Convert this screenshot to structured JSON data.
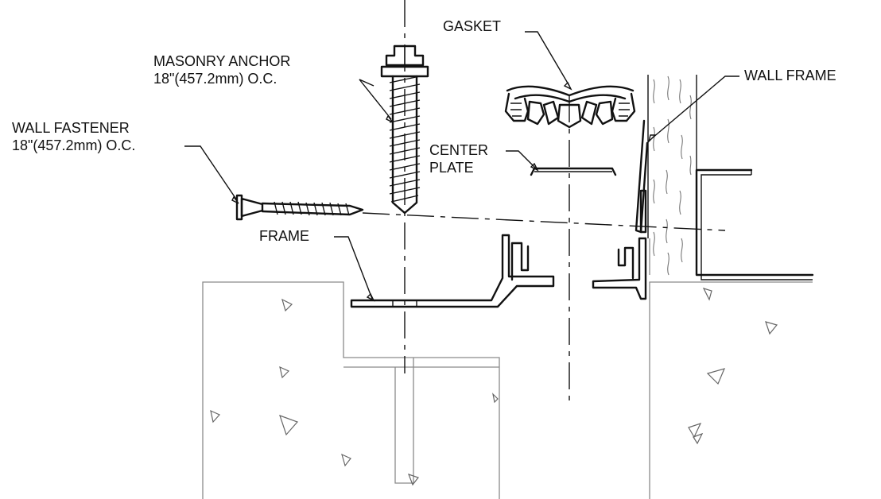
{
  "labels": {
    "gasket": "GASKET",
    "masonry_anchor": {
      "line1": "MASONRY ANCHOR",
      "line2": "18\"(457.2mm) O.C."
    },
    "wall_frame": "WALL FRAME",
    "wall_fastener": {
      "line1": "WALL FASTENER",
      "line2": "18\"(457.2mm)  O.C."
    },
    "center_plate": {
      "line1": "CENTER",
      "line2": "PLATE"
    },
    "frame": "FRAME"
  },
  "colors": {
    "ink": "#111111",
    "concrete_outline": "#8a8a8a",
    "background": "#ffffff"
  },
  "icons": {
    "concrete_marks": "triangle",
    "anchor": "hex-head-bolt",
    "fastener": "self-drilling-screw"
  }
}
